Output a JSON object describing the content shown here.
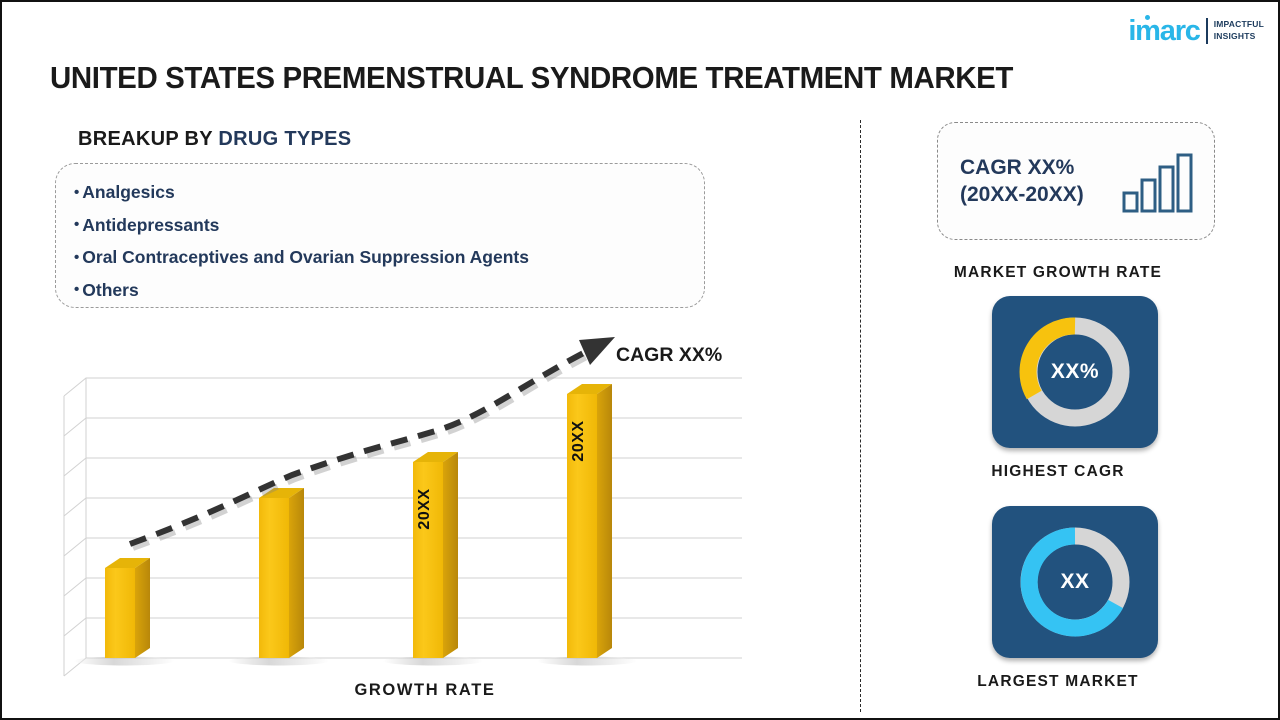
{
  "brand": {
    "logo_word": "imarc",
    "logo_tagline_line1": "IMPACTFUL",
    "logo_tagline_line2": "INSIGHTS",
    "logo_color": "#29B6E8",
    "logo_tagline_color": "#1B3A5C"
  },
  "header": {
    "title": "UNITED STATES PREMENSTRUAL SYNDROME TREATMENT MARKET"
  },
  "breakup": {
    "label_prefix": "BREAKUP BY",
    "label_highlight": "DRUG TYPES",
    "highlight_color": "#23395B",
    "bullet": "•",
    "items": [
      {
        "label": "Analgesics"
      },
      {
        "label": "Antidepressants"
      },
      {
        "label": "Oral Contraceptives and Ovarian Suppression Agents"
      },
      {
        "label": "Others"
      }
    ]
  },
  "chart_data": {
    "type": "bar",
    "title": "",
    "xlabel": "GROWTH RATE",
    "ylabel": "",
    "categories": [
      "",
      "",
      "20XX",
      "20XX"
    ],
    "values": [
      100,
      170,
      205,
      272
    ],
    "ylim": [
      0,
      310
    ],
    "grid": true,
    "gridlines": 8,
    "bar_color": "#F7C20E",
    "bar_side_color": "#C8940A",
    "bar_top_color": "#E3AE09",
    "bar_labels": [
      "",
      "",
      "20XX",
      "20XX"
    ],
    "annotation": "CAGR XX%",
    "trendline": "dashed-arrow-upward",
    "legend": "none"
  },
  "right_panel": {
    "growth_rate": {
      "value_line1": "CAGR XX%",
      "value_line2": "(20XX-20XX)",
      "caption": "MARKET GROWTH RATE",
      "icon": "bar-chart-icon",
      "text_color": "#23395B"
    },
    "highest_cagr": {
      "value": "XX%",
      "caption": "HIGHEST CAGR",
      "arc_percent": 35,
      "arc_color": "#F7C20E",
      "track_color": "#D6D6D6",
      "tile_color": "#22527E"
    },
    "largest_market": {
      "value": "XX",
      "caption": "LARGEST MARKET",
      "arc_percent": 67,
      "arc_color": "#35C3F3",
      "track_color": "#D6D6D6",
      "tile_color": "#22527E"
    }
  }
}
